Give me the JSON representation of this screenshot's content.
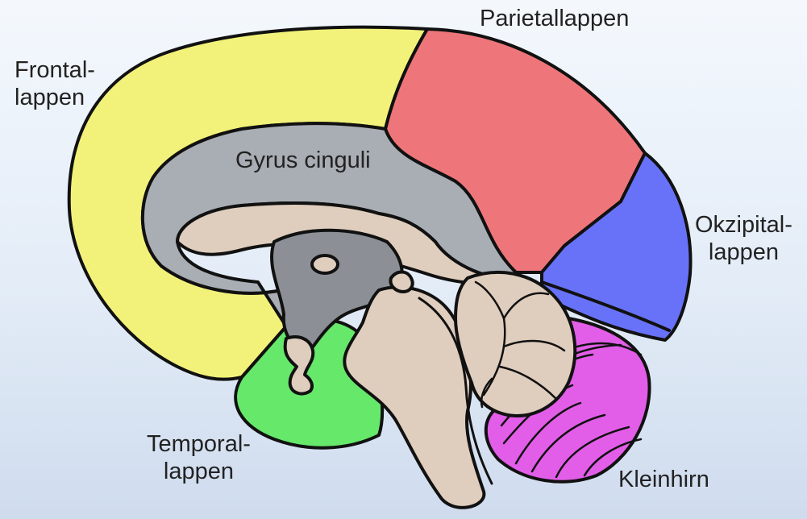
{
  "labels": {
    "frontal": [
      "Frontal-",
      "lappen"
    ],
    "parietal": "Parietallappen",
    "cingulate": "Gyrus cinguli",
    "occipital": [
      "Okzipital-",
      "lappen"
    ],
    "temporal": [
      "Temporal-",
      "lappen"
    ],
    "cerebellum": "Kleinhirn"
  },
  "colors": {
    "frontal": "#f2f27a",
    "parietal": "#ee767b",
    "occipital": "#6872f8",
    "temporal": "#66e86a",
    "cerebellum": "#e25ee8",
    "cingulate": "#a9adb4",
    "deep_gray": "#8c9096",
    "beige": "#dfcdbd",
    "outline": "#111111"
  }
}
